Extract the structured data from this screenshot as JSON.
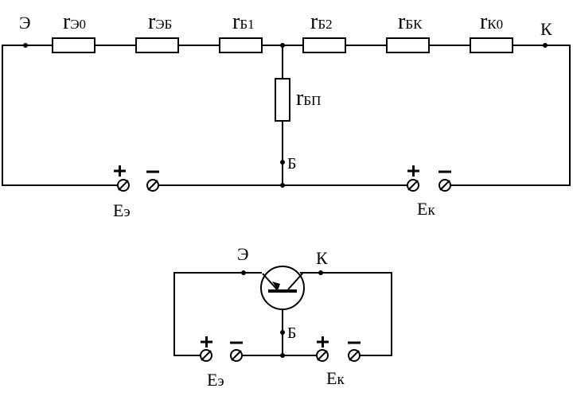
{
  "labels": {
    "emitter_top": "Э",
    "collector_top": "К",
    "base_top": "Б",
    "emitter_bottom": "Э",
    "collector_bottom": "К",
    "base_bottom": "Б"
  },
  "resistors": {
    "r_e0": {
      "main": "r",
      "sub": "Э0"
    },
    "r_eb": {
      "main": "r",
      "sub": "ЭБ"
    },
    "r_b1": {
      "main": "r",
      "sub": "Б1"
    },
    "r_b2": {
      "main": "r",
      "sub": "Б2"
    },
    "r_bk": {
      "main": "r",
      "sub": "БК"
    },
    "r_k0": {
      "main": "r",
      "sub": "К0"
    },
    "r_bp": {
      "main": "r",
      "sub": "БП"
    }
  },
  "sources": {
    "e_emitter_top": {
      "main": "E",
      "sub": "э"
    },
    "e_collector_top": {
      "main": "E",
      "sub": "к"
    },
    "e_emitter_bottom": {
      "main": "E",
      "sub": "э"
    },
    "e_collector_bottom": {
      "main": "E",
      "sub": "к"
    }
  },
  "symbols": {
    "plus": "+",
    "minus": "−"
  }
}
